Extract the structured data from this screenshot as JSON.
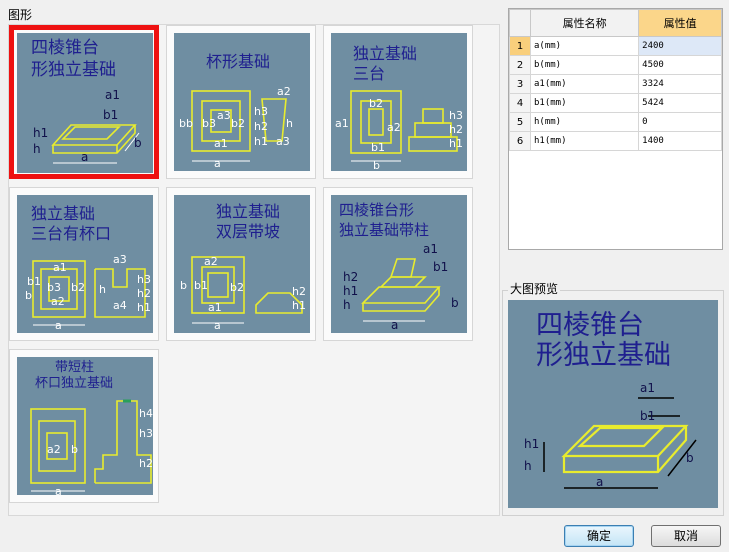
{
  "group_label": "图形",
  "tiles": [
    {
      "title1": "四棱锥台",
      "title2": "形独立基础",
      "selected": true
    },
    {
      "title1": "杯形基础"
    },
    {
      "title1": "独立基础",
      "title2": "三台"
    },
    {
      "title1": "独立基础",
      "title2": "三台有杯口"
    },
    {
      "title1": "独立基础",
      "title2": "双层带坡"
    },
    {
      "title1": "四棱锥台形",
      "title2": "独立基础带柱"
    },
    {
      "title1": "带短柱",
      "title2": "杯口独立基础"
    }
  ],
  "table": {
    "header_name": "属性名称",
    "header_value": "属性值",
    "rows": [
      {
        "idx": "1",
        "name": "a(mm)",
        "value": "2400"
      },
      {
        "idx": "2",
        "name": "b(mm)",
        "value": "4500"
      },
      {
        "idx": "3",
        "name": "a1(mm)",
        "value": "3324"
      },
      {
        "idx": "4",
        "name": "b1(mm)",
        "value": "5424"
      },
      {
        "idx": "5",
        "name": "h(mm)",
        "value": "0"
      },
      {
        "idx": "6",
        "name": "h1(mm)",
        "value": "1400"
      }
    ]
  },
  "preview": {
    "label": "大图预览",
    "title1": "四棱锥台",
    "title2": "形独立基础"
  },
  "buttons": {
    "ok": "确定",
    "cancel": "取消"
  }
}
